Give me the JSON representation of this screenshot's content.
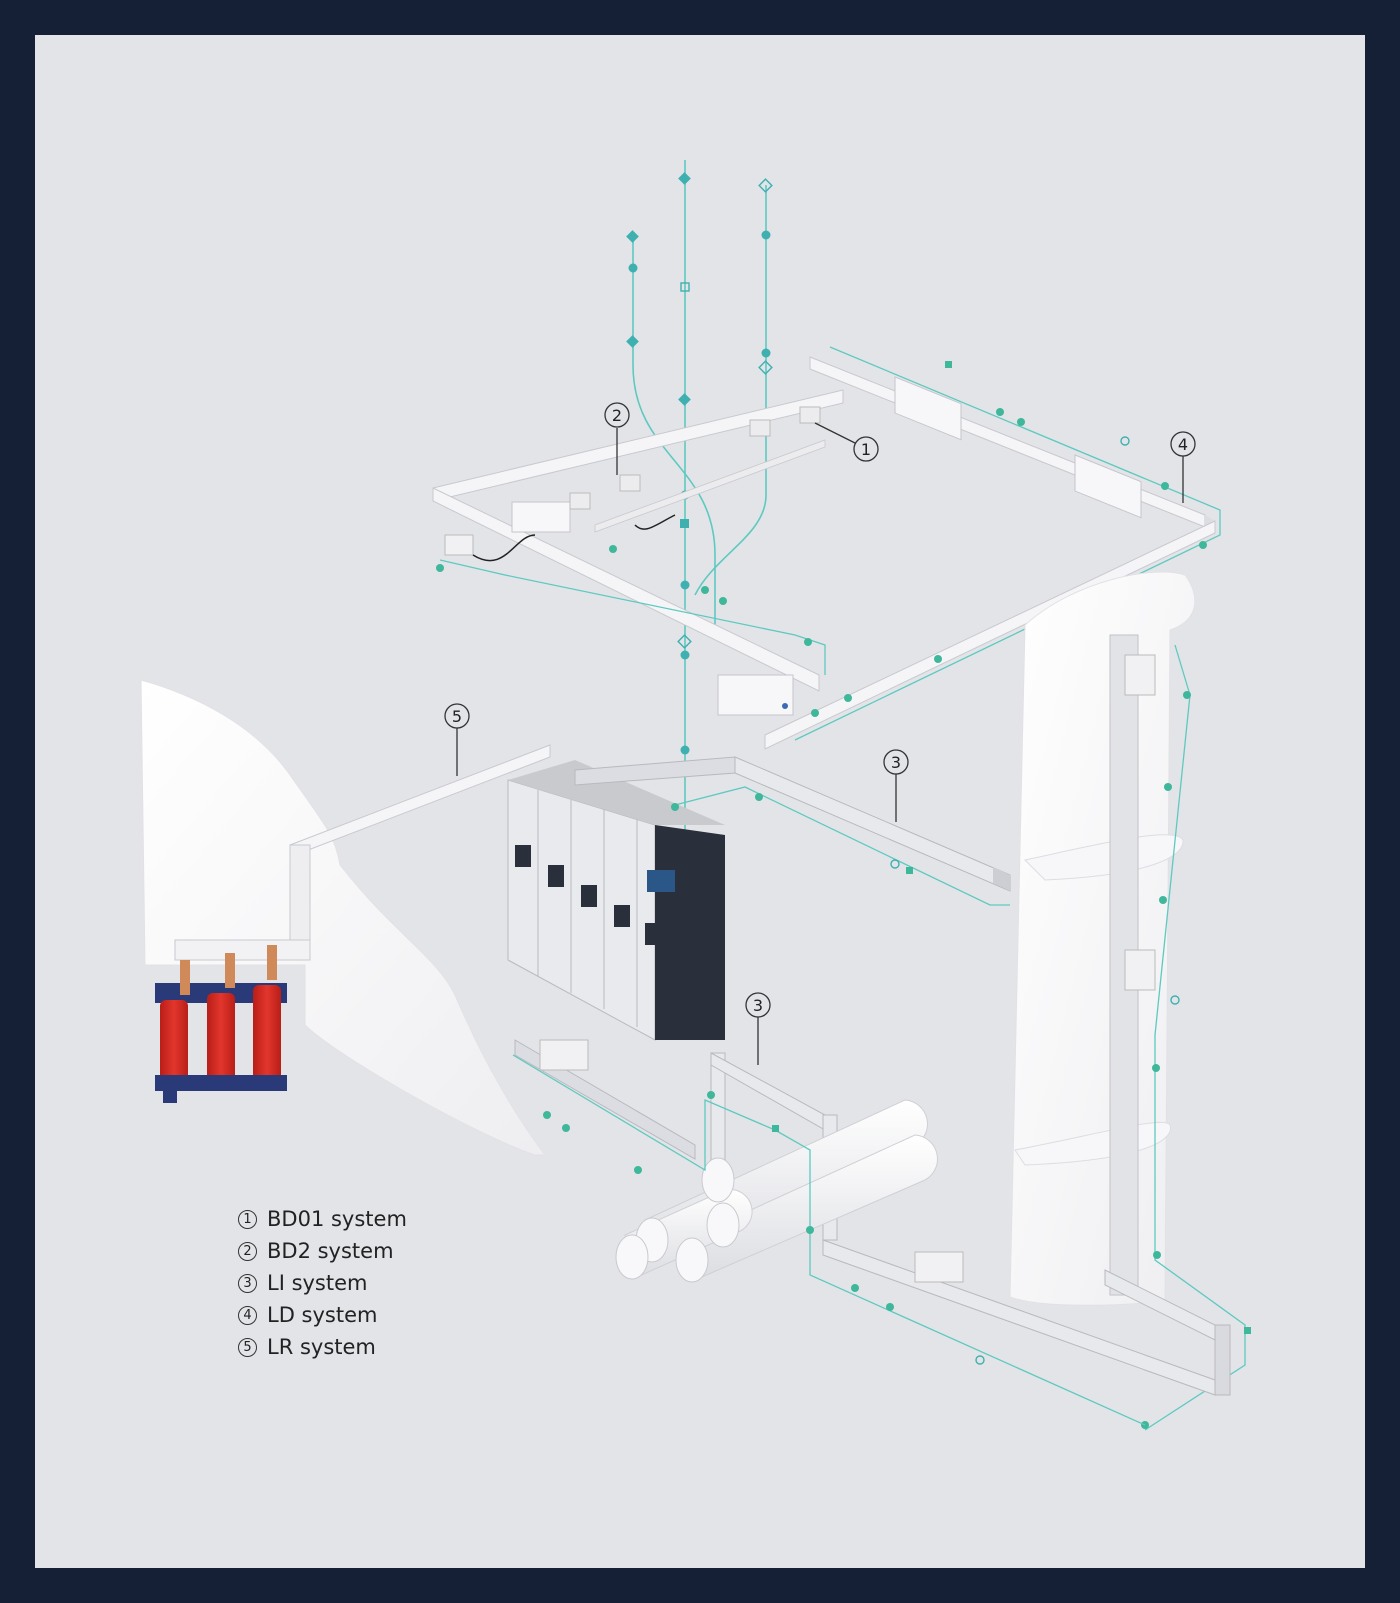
{
  "callouts": [
    {
      "num": "1"
    },
    {
      "num": "2"
    },
    {
      "num": "3"
    },
    {
      "num": "3"
    },
    {
      "num": "4"
    },
    {
      "num": "5"
    }
  ],
  "legend": [
    {
      "num": "1",
      "label": "BD01 system"
    },
    {
      "num": "2",
      "label": "BD2 system"
    },
    {
      "num": "3",
      "label": "LI system"
    },
    {
      "num": "4",
      "label": "LD system"
    },
    {
      "num": "5",
      "label": "LR system"
    }
  ],
  "colors": {
    "background": "#e3e4e8",
    "outer_border": "#151f36",
    "wire": "#5ec9c0",
    "wire_dot": "#3fb79a",
    "busway": "#f4f4f6",
    "busway_edge": "#c8c9ce",
    "transformer": "#d42a22",
    "transformer_frame": "#2a3a78",
    "cabinet": "#e9eaee",
    "cabinet_dark": "#2a2f3c"
  }
}
